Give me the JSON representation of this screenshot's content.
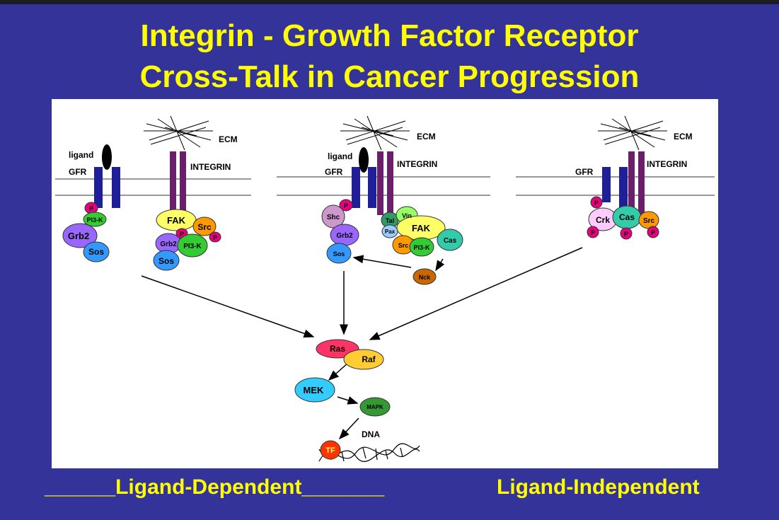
{
  "title": {
    "line1": "Integrin - Growth Factor Receptor",
    "line2": "Cross-Talk in Cancer Progression"
  },
  "footer": {
    "left": "______Ligand-Dependent_______",
    "right": "Ligand-Independent"
  },
  "labels": {
    "ecm": "ECM",
    "integrin": "INTEGRIN",
    "gfr": "GFR",
    "ligand": "ligand",
    "p": "P",
    "pi3k": "PI3-K",
    "grb2": "Grb2",
    "sos": "Sos",
    "fak": "FAK",
    "src": "Src",
    "shc": "Shc",
    "tal": "Tal",
    "vin": "Vin",
    "pax": "Pax",
    "cas": "Cas",
    "nck": "Nck",
    "crk": "Crk",
    "ras": "Ras",
    "raf": "Raf",
    "mek": "MEK",
    "mapk": "MAPK",
    "tf": "TF",
    "dna": "DNA"
  },
  "colors": {
    "background": "#333399",
    "title": "#ffff00",
    "gfr": "#1f1f99",
    "integrin": "#6b1f6b",
    "phospho": "#e6007e",
    "pi3k": "#33cc33",
    "grb2": "#9966ff",
    "sos": "#3399ff",
    "fak": "#ffff66",
    "src": "#ff9900",
    "shc": "#cc99cc",
    "tal": "#339966",
    "vin": "#99ff66",
    "pax": "#99ccff",
    "cas": "#33ccaa",
    "nck": "#cc6600",
    "crk": "#ffccff",
    "ras": "#ff3366",
    "raf": "#ffcc33",
    "mek": "#33ccff",
    "mapk": "#339933",
    "tf": "#ff3300"
  }
}
